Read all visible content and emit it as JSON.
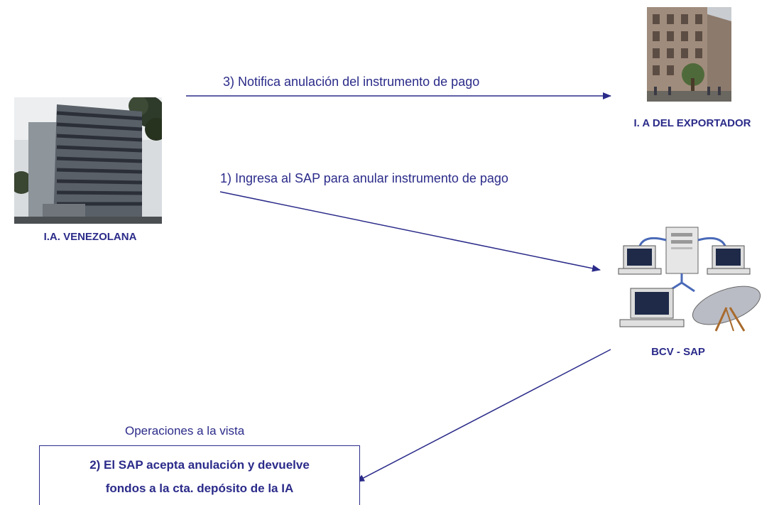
{
  "steps": {
    "step3": "3)  Notifica anulación del instrumento de pago",
    "step1": "1) Ingresa al SAP para anular instrumento de pago"
  },
  "nodes": {
    "venezolana": "I.A. VENEZOLANA",
    "exportador": "I. A  DEL EXPORTADOR",
    "bcv": "BCV - SAP"
  },
  "operations": {
    "label": "Operaciones a la vista",
    "box_line1": "2) El SAP acepta anulación y devuelve",
    "box_line2": "fondos a la cta. depósito de la IA"
  },
  "colors": {
    "text": "#2b2b8a",
    "arrow": "#2b2b8a"
  },
  "icons": {
    "venezolana": "office-building-photo",
    "exportador": "historic-building-photo",
    "bcv": "network-computers-satellite-icon"
  }
}
